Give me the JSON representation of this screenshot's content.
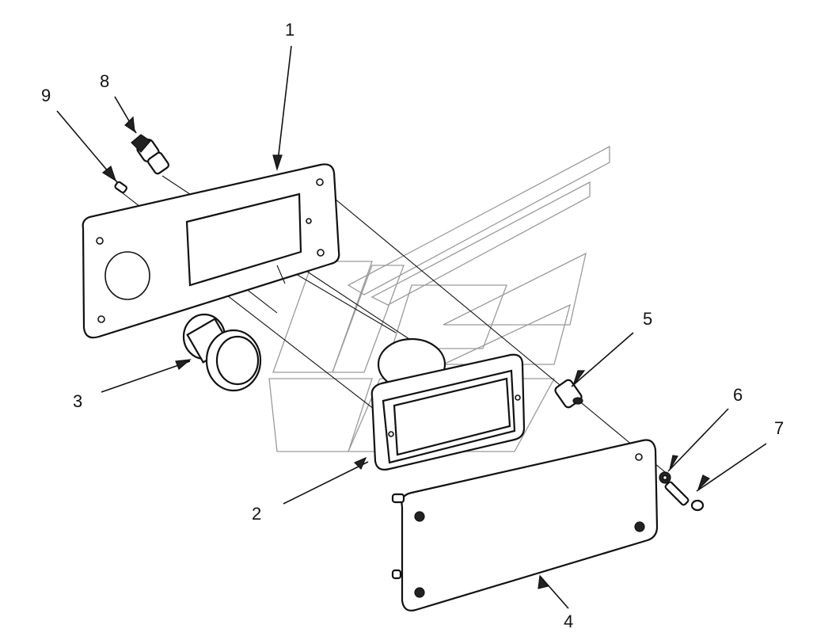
{
  "callouts": [
    {
      "id": "1",
      "label": "1"
    },
    {
      "id": "2",
      "label": "2"
    },
    {
      "id": "3",
      "label": "3"
    },
    {
      "id": "4",
      "label": "4"
    },
    {
      "id": "5",
      "label": "5"
    },
    {
      "id": "6",
      "label": "6"
    },
    {
      "id": "7",
      "label": "7"
    },
    {
      "id": "8",
      "label": "8"
    },
    {
      "id": "9",
      "label": "9"
    }
  ],
  "colors": {
    "line": "#111111",
    "background": "#ffffff",
    "watermark": "#9a9a9a"
  }
}
